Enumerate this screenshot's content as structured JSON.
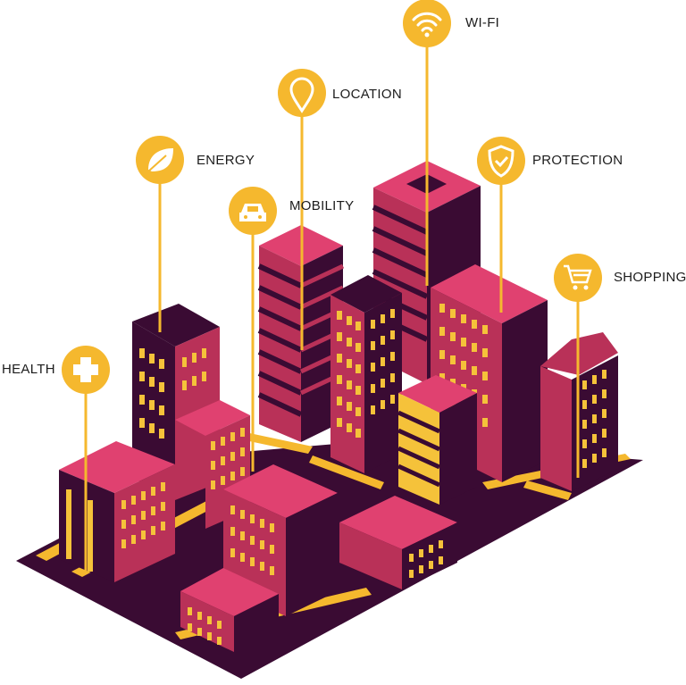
{
  "colors": {
    "background": "#ffffff",
    "ground": "#3a0b33",
    "road": "#f5b82e",
    "building_top": "#e04170",
    "building_left": "#b93158",
    "building_right": "#3a0b33",
    "window": "#f5c23a",
    "icon_circle": "#f5b82e",
    "pin_line": "#f5b82e",
    "label_text": "#1c1c1c"
  },
  "labels": {
    "health": "HEALTH",
    "energy": "ENERGY",
    "mobility": "MOBILITY",
    "location": "LOCATION",
    "wifi": "WI-FI",
    "protection": "PROTECTION",
    "shopping": "SHOPPING"
  },
  "icons": {
    "health": "plus-icon",
    "energy": "leaf-icon",
    "mobility": "car-icon",
    "location": "map-pin-icon",
    "wifi": "wifi-icon",
    "protection": "shield-check-icon",
    "shopping": "shopping-cart-icon"
  }
}
